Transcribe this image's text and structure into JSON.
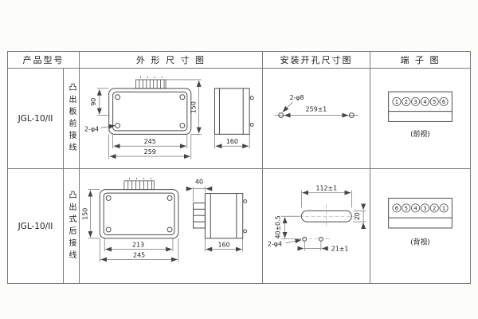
{
  "table": {
    "headers": [
      "产品型号",
      "外 形 尺 寸 图",
      "安装开孔尺寸图",
      "端 子 图"
    ],
    "rows": [
      {
        "model": "JGL-10/II",
        "wiring": "凸出板前接线",
        "outline": {
          "height_left": "90",
          "height_right": "150",
          "width_inner": "245",
          "width_outer": "259",
          "depth": "160",
          "screw_note": "2-φ4"
        },
        "install": {
          "hole_note": "2-φ8",
          "hole_span": "259±1"
        },
        "terminal": {
          "digits": [
            "1",
            "2",
            "3",
            "4",
            "5",
            "6"
          ],
          "view_label": "(前视)"
        }
      },
      {
        "model": "JGL-10/II",
        "wiring": "凸出式后接线",
        "outline": {
          "height_left": "150",
          "width_inner": "213",
          "width_outer": "245",
          "block_depth": "40",
          "depth": "160"
        },
        "install": {
          "slot_span": "112±1",
          "offset": "40±0.5",
          "slot_height": "20",
          "hole_span": "21±1",
          "hole_note": "2-φ4"
        },
        "terminal": {
          "digits": [
            "6",
            "5",
            "4",
            "3",
            "2",
            "1"
          ],
          "view_label": "(背视)"
        }
      }
    ]
  }
}
